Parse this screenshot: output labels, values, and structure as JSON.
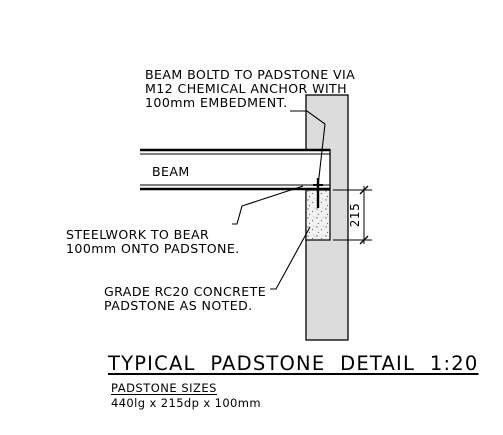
{
  "drawing": {
    "annotations": {
      "anchor_note": [
        "BEAM BOLTD TO PADSTONE VIA",
        "M12 CHEMICAL ANCHOR WITH",
        "100mm EMBEDMENT."
      ],
      "beam_label": "BEAM",
      "bearing_note": [
        "STEELWORK TO BEAR",
        "100mm ONTO PADSTONE."
      ],
      "padstone_note": [
        "GRADE RC20 CONCRETE",
        "PADSTONE AS NOTED."
      ],
      "dimension": "215"
    },
    "title": "TYPICAL  PADSTONE  DETAIL  1:20",
    "sizes": {
      "heading": "PADSTONE SIZES",
      "value": "440lg x 215dp x 100mm"
    },
    "colors": {
      "line": "#000000",
      "wall_fill": "#dcdcdc",
      "beam_fill": "#ffffff",
      "background": "#ffffff"
    }
  }
}
